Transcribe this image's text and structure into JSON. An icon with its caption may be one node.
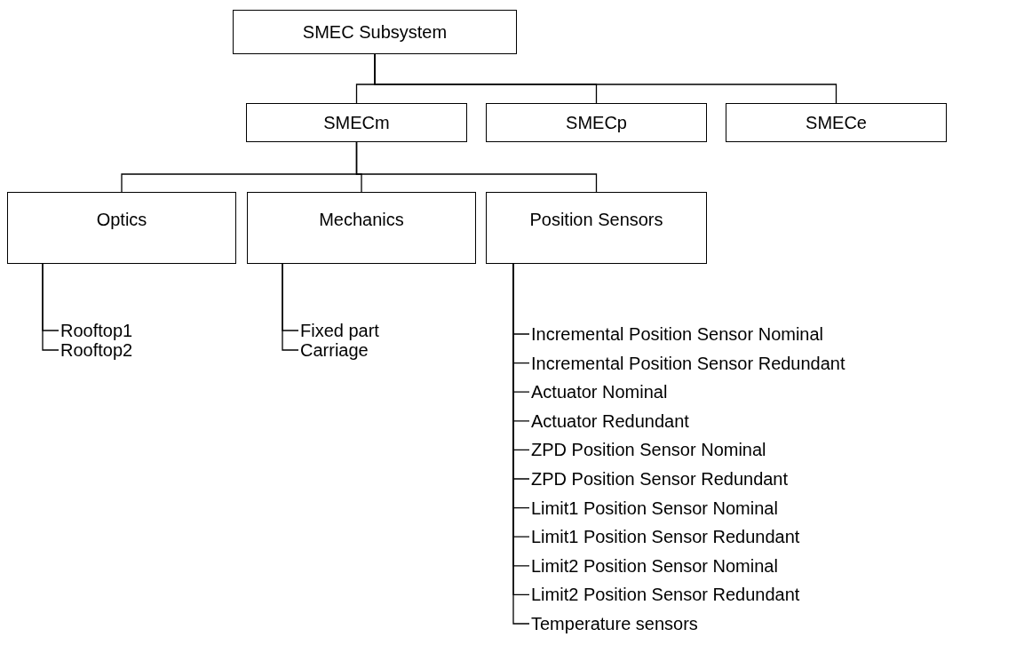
{
  "diagram": {
    "nodes": [
      {
        "text": [
          "SMEC Subsystem"
        ]
      },
      {
        "text": [
          "SMECm"
        ]
      },
      {
        "text": [
          "SMECp"
        ]
      },
      {
        "text": [
          "SMECe"
        ]
      },
      {
        "text": [
          "Optics"
        ]
      },
      {
        "text": [
          "Mechanics"
        ]
      },
      {
        "text": [
          "Position Sensors"
        ]
      },
      {
        "text": [
          "Rooftop1"
        ]
      },
      {
        "text": [
          "Rooftop2"
        ]
      },
      {
        "text": [
          "Fixed part"
        ]
      },
      {
        "text": [
          "Carriage"
        ]
      },
      {
        "text": [
          "Incremental Position Sensor Nominal"
        ]
      },
      {
        "text": [
          "Incremental Position Sensor Redundant"
        ]
      },
      {
        "text": [
          "Actuator Nominal"
        ]
      },
      {
        "text": [
          "Actuator Redundant"
        ]
      },
      {
        "text": [
          "ZPD Position Sensor Nominal"
        ]
      },
      {
        "text": [
          "ZPD Position Sensor Redundant"
        ]
      },
      {
        "text": [
          "Limit1 Position Sensor Nominal"
        ]
      },
      {
        "text": [
          "Limit1 Position Sensor Redundant"
        ]
      },
      {
        "text": [
          "Limit2 Position Sensor Nominal"
        ]
      },
      {
        "text": [
          "Limit2 Position Sensor Redundant"
        ]
      },
      {
        "text": [
          "Temperature sensors"
        ]
      }
    ],
    "edges": [
      {
        "from": 0,
        "to": 1,
        "arrow": "none"
      },
      {
        "from": 0,
        "to": 2,
        "arrow": "none"
      },
      {
        "from": 0,
        "to": 3,
        "arrow": "none"
      },
      {
        "from": 1,
        "to": 4,
        "arrow": "none"
      },
      {
        "from": 1,
        "to": 5,
        "arrow": "none"
      },
      {
        "from": 1,
        "to": 6,
        "arrow": "none"
      },
      {
        "from": 4,
        "to": 7,
        "arrow": "none"
      },
      {
        "from": 4,
        "to": 8,
        "arrow": "none"
      },
      {
        "from": 5,
        "to": 9,
        "arrow": "none"
      },
      {
        "from": 5,
        "to": 10,
        "arrow": "none"
      },
      {
        "from": 6,
        "to": 11,
        "arrow": "none"
      },
      {
        "from": 6,
        "to": 12,
        "arrow": "none"
      },
      {
        "from": 6,
        "to": 13,
        "arrow": "none"
      },
      {
        "from": 6,
        "to": 14,
        "arrow": "none"
      },
      {
        "from": 6,
        "to": 15,
        "arrow": "none"
      },
      {
        "from": 6,
        "to": 16,
        "arrow": "none"
      },
      {
        "from": 6,
        "to": 17,
        "arrow": "none"
      },
      {
        "from": 6,
        "to": 18,
        "arrow": "none"
      },
      {
        "from": 6,
        "to": 19,
        "arrow": "none"
      },
      {
        "from": 6,
        "to": 20,
        "arrow": "none"
      },
      {
        "from": 6,
        "to": 21,
        "arrow": "none"
      }
    ]
  }
}
